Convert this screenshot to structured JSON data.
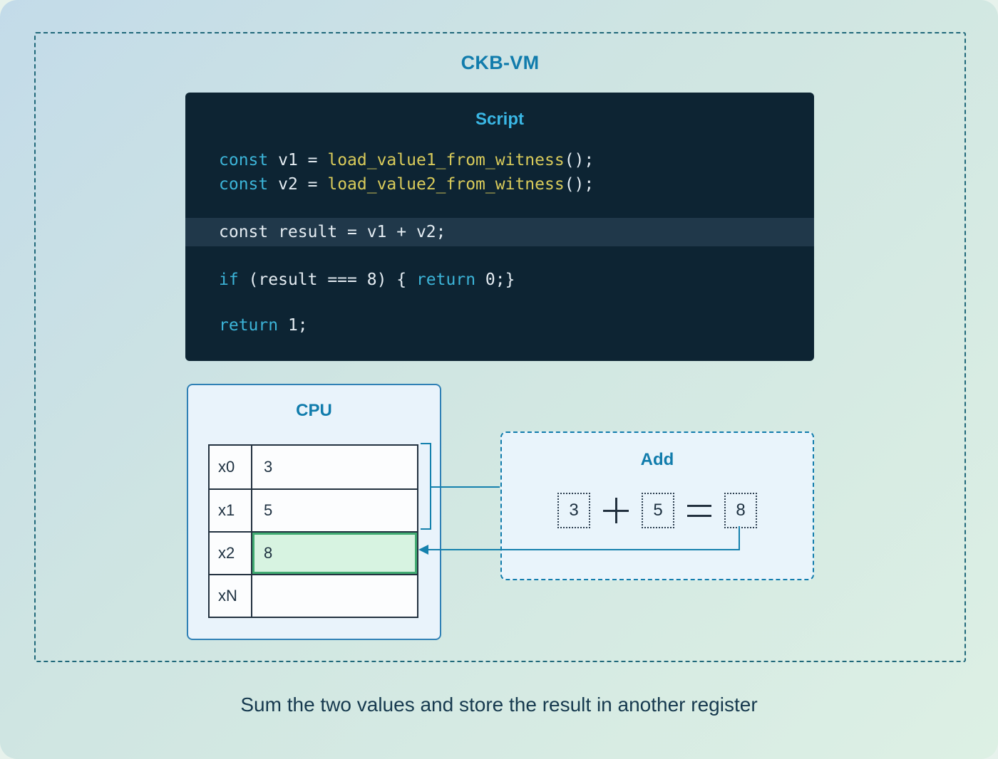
{
  "page": {
    "caption": "Sum the two values and store the result in another register"
  },
  "vm": {
    "title": "CKB-VM"
  },
  "script": {
    "title": "Script",
    "lines": [
      {
        "segments": [
          {
            "text": "const",
            "style": "keyword"
          },
          {
            "text": " v1 = ",
            "style": "plain"
          },
          {
            "text": "load_value1_from_witness",
            "style": "function"
          },
          {
            "text": "();",
            "style": "plain"
          }
        ]
      },
      {
        "segments": [
          {
            "text": "const",
            "style": "keyword"
          },
          {
            "text": " v2 = ",
            "style": "plain"
          },
          {
            "text": "load_value2_from_witness",
            "style": "function"
          },
          {
            "text": "();",
            "style": "plain"
          }
        ]
      },
      {
        "blank": true
      },
      {
        "highlight": true,
        "segments": [
          {
            "text": "const result = v1 + v2;",
            "style": "plain"
          }
        ]
      },
      {
        "blank": true
      },
      {
        "segments": [
          {
            "text": "if",
            "style": "keyword"
          },
          {
            "text": " (result === 8) { ",
            "style": "plain"
          },
          {
            "text": "return",
            "style": "keyword"
          },
          {
            "text": " 0;}",
            "style": "plain"
          }
        ]
      },
      {
        "blank": true
      },
      {
        "segments": [
          {
            "text": "return",
            "style": "keyword"
          },
          {
            "text": " 1;",
            "style": "plain"
          }
        ]
      }
    ]
  },
  "cpu": {
    "title": "CPU",
    "registers": [
      {
        "name": "x0",
        "value": "3",
        "highlight": false
      },
      {
        "name": "x1",
        "value": "5",
        "highlight": false
      },
      {
        "name": "x2",
        "value": "8",
        "highlight": true
      },
      {
        "name": "xN",
        "value": "",
        "highlight": false
      }
    ]
  },
  "add": {
    "title": "Add",
    "operand1": "3",
    "operator": "+",
    "operand2": "5",
    "equals": "=",
    "result": "8"
  },
  "colors": {
    "accent_teal": "#117cac",
    "dashed_border": "#20687a",
    "code_bg": "#0d2433",
    "code_highlight_bg": "#20384a",
    "code_keyword": "#3cb4d8",
    "code_function": "#d9cb5a",
    "code_plain": "#e4ecf2",
    "register_highlight_bg": "#d7f3e1",
    "register_highlight_border": "#41ab72",
    "panel_bg": "#e9f3fb"
  }
}
